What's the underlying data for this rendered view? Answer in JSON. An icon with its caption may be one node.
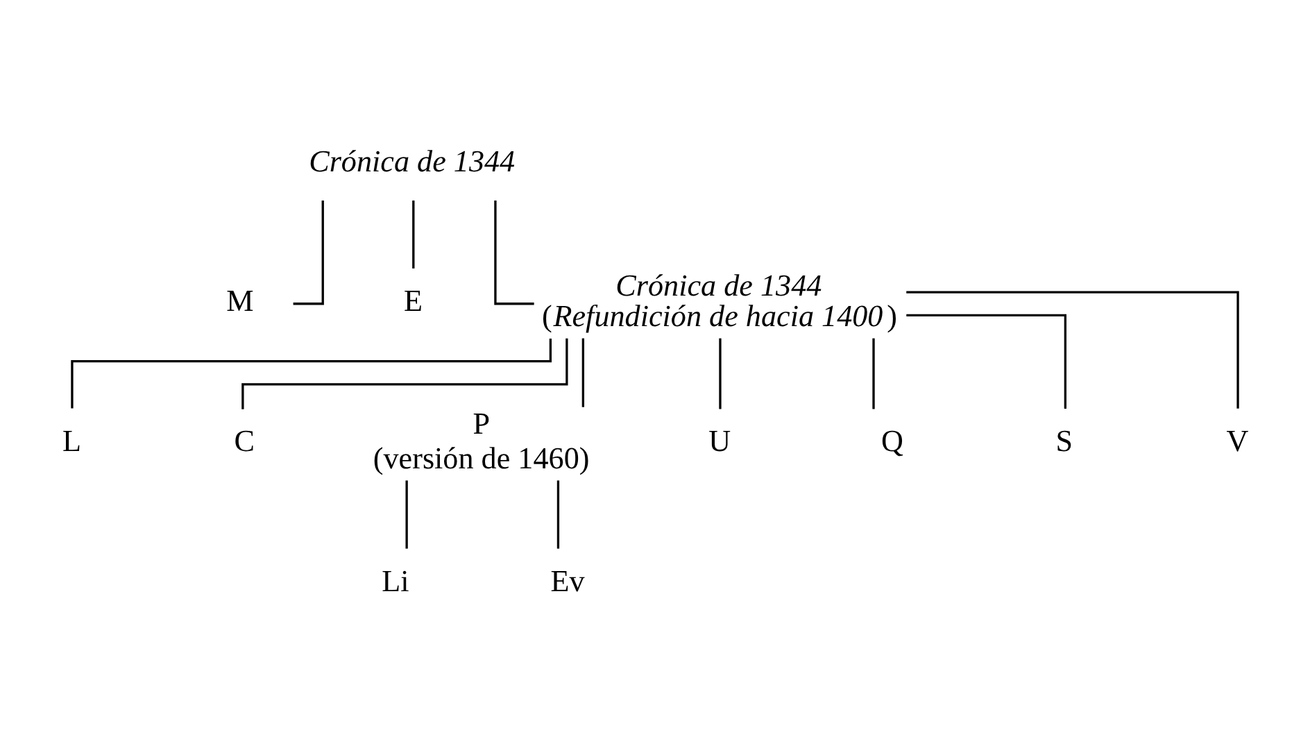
{
  "diagram": {
    "nodes": [
      {
        "text": [
          "Crónica de 1344"
        ]
      },
      {
        "text": [
          "M"
        ]
      },
      {
        "text": [
          "E"
        ]
      },
      {
        "text": [
          "Crónica de 1344",
          "(*Refundición de hacia 1400*)"
        ]
      },
      {
        "text": [
          "L"
        ]
      },
      {
        "text": [
          "C"
        ]
      },
      {
        "text": [
          "P",
          "(versión de 1460)"
        ]
      },
      {
        "text": [
          "U"
        ]
      },
      {
        "text": [
          "Q"
        ]
      },
      {
        "text": [
          "S"
        ]
      },
      {
        "text": [
          "V"
        ]
      },
      {
        "text": [
          "Li"
        ]
      },
      {
        "text": [
          "Ev"
        ]
      }
    ],
    "edges": [
      {
        "from": 0,
        "to": 1,
        "arrow": "none"
      },
      {
        "from": 0,
        "to": 2,
        "arrow": "none"
      },
      {
        "from": 0,
        "to": 3,
        "arrow": "none"
      },
      {
        "from": 3,
        "to": 4,
        "arrow": "none"
      },
      {
        "from": 3,
        "to": 5,
        "arrow": "none"
      },
      {
        "from": 3,
        "to": 6,
        "arrow": "none"
      },
      {
        "from": 3,
        "to": 7,
        "arrow": "none"
      },
      {
        "from": 3,
        "to": 8,
        "arrow": "none"
      },
      {
        "from": 3,
        "to": 9,
        "arrow": "none"
      },
      {
        "from": 3,
        "to": 10,
        "arrow": "none"
      },
      {
        "from": 6,
        "to": 11,
        "arrow": "none"
      },
      {
        "from": 6,
        "to": 12,
        "arrow": "none"
      }
    ]
  }
}
